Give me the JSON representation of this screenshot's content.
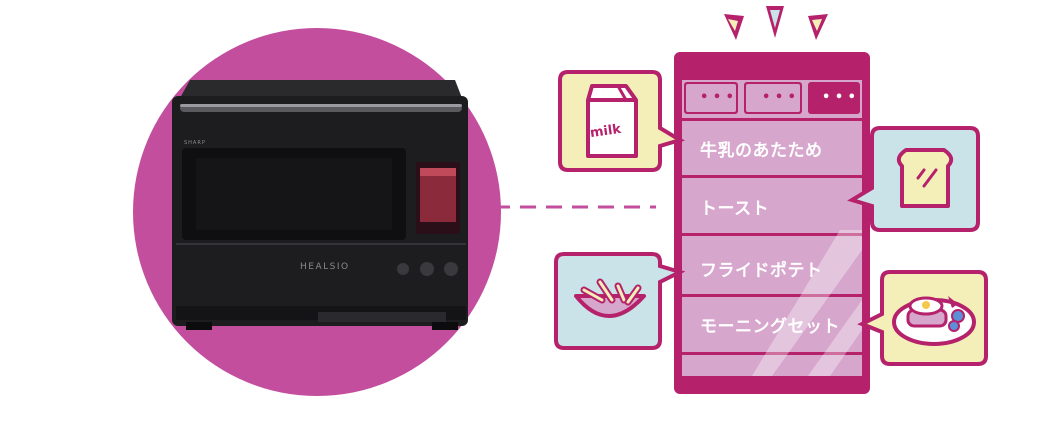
{
  "colors": {
    "magenta": "#b5226b",
    "circle": "#c34e9e",
    "panel_light": "#d6a6cd",
    "yellow": "#f4efb8",
    "teal": "#c9e3e8",
    "dark_oven": "#1d1d1f"
  },
  "oven": {
    "brand_text": "SHARP",
    "model_text": "HEALSIO"
  },
  "menu": {
    "tab_dots": [
      "• • •",
      "• • •",
      "• • •"
    ],
    "items": [
      {
        "label": "牛乳のあたため",
        "icon": "milk-carton-icon"
      },
      {
        "label": "トースト",
        "icon": "toast-icon"
      },
      {
        "label": "フライドポテト",
        "icon": "french-fries-icon"
      },
      {
        "label": "モーニングセット",
        "icon": "breakfast-plate-icon"
      }
    ],
    "milk_text": "milk"
  }
}
